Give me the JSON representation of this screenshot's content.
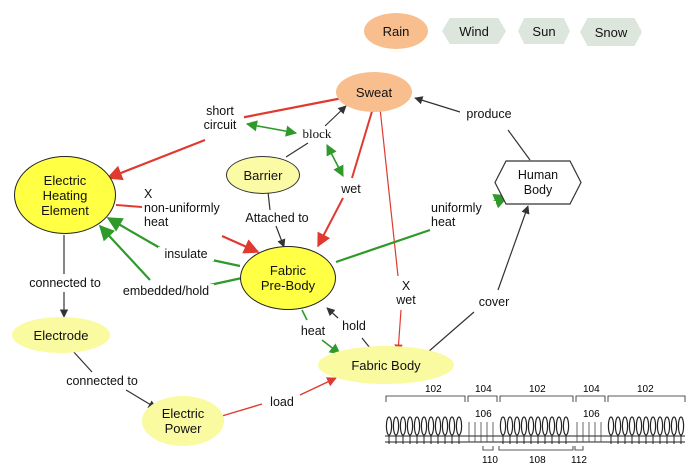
{
  "weather": {
    "rain": "Rain",
    "wind": "Wind",
    "sun": "Sun",
    "snow": "Snow"
  },
  "nodes": {
    "sweat": "Sweat",
    "electric_heating_element": "Electric\nHeating\nElement",
    "barrier": "Barrier",
    "human_body": "Human\nBody",
    "fabric_pre_body": "Fabric\nPre-Body",
    "electrode": "Electrode",
    "fabric_body": "Fabric Body",
    "electric_power": "Electric\nPower"
  },
  "edge_labels": {
    "short_circuit": "short\ncircuit",
    "block": "block",
    "produce": "produce",
    "x_non_uniformly_heat": "X\nnon-uniformly\nheat",
    "wet": "wet",
    "attached_to": "Attached to",
    "uniformly_heat": "uniformly\nheat",
    "insulate": "insulate",
    "connected_to_1": "connected to",
    "embedded_hold": "embedded/hold",
    "x_wet": "X\nwet",
    "cover": "cover",
    "heat": "heat",
    "hold": "hold",
    "connected_to_2": "connected to",
    "load": "load"
  },
  "figure": {
    "top_labels": [
      "102",
      "104",
      "102",
      "104",
      "102"
    ],
    "mid_labels": [
      "106",
      "106"
    ],
    "bottom_labels": [
      "110",
      "108",
      "112"
    ]
  },
  "colors": {
    "red": "#e03a30",
    "green": "#2f9a2a",
    "dark": "#333333",
    "yellow_node": "#ffff44",
    "pale_yellow": "#fafaa0",
    "orange": "#f8be8e",
    "grey_hex": "#dde6dd"
  }
}
